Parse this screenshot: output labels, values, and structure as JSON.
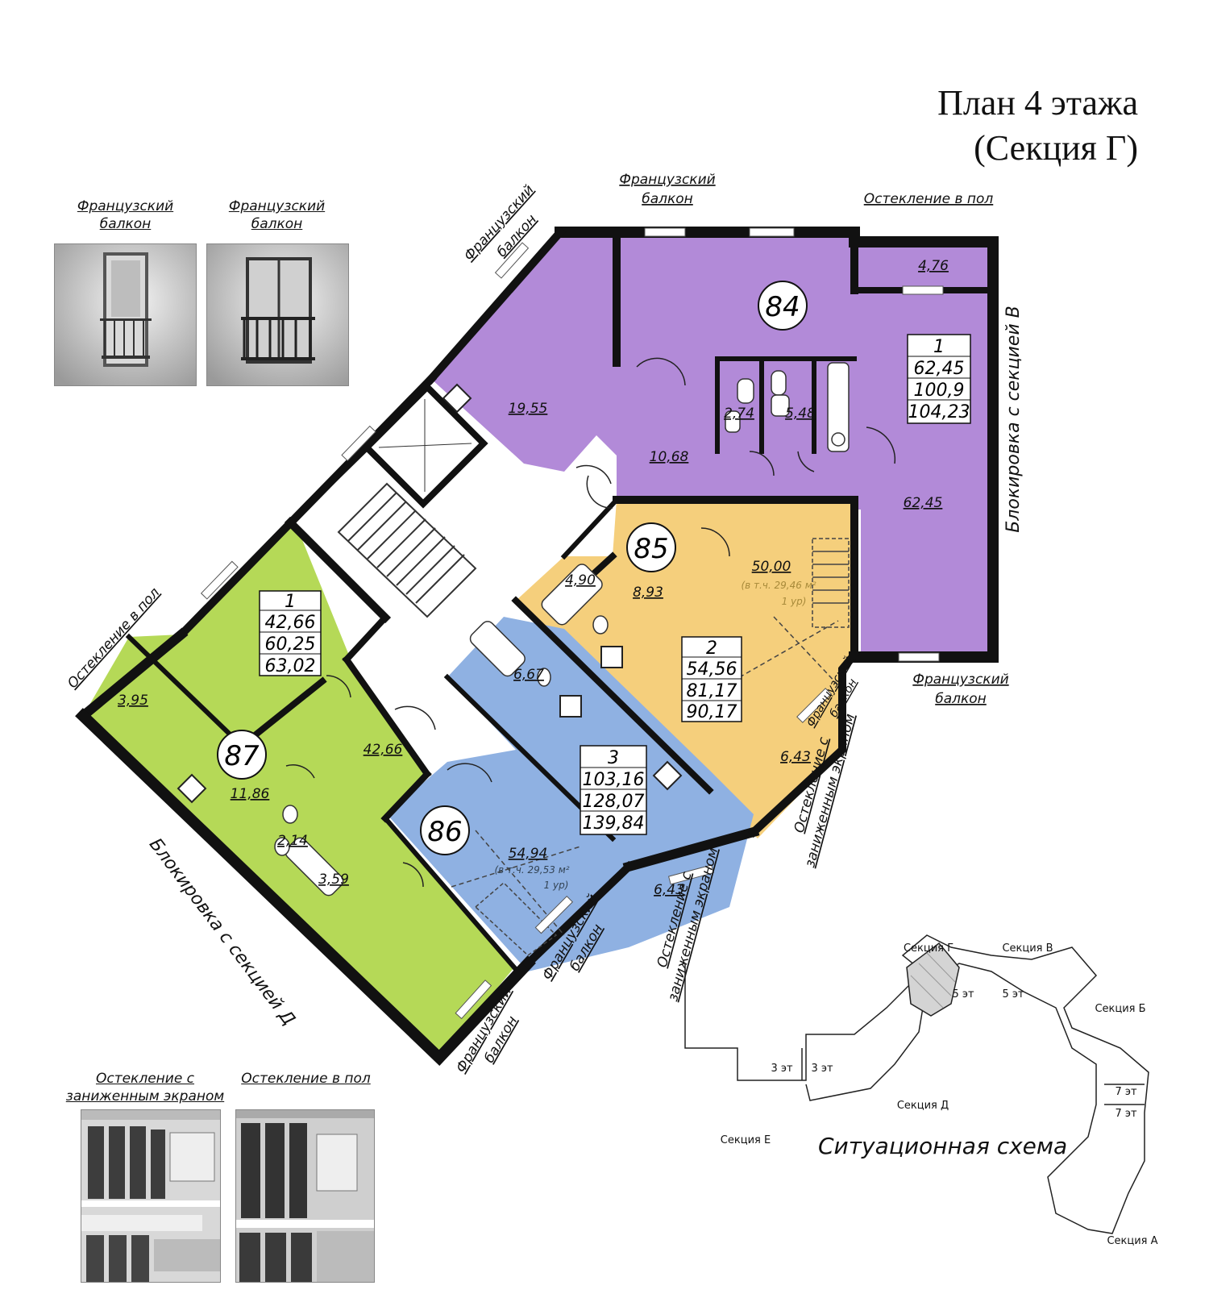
{
  "title": {
    "line1": "План 4 этажа",
    "line2": "(Секция Г)"
  },
  "legend": {
    "french_balcony_1": {
      "line1": "Французский",
      "line2": "балкон"
    },
    "french_balcony_2": {
      "line1": "Французский",
      "line2": "балкон"
    },
    "low_screen_glazing": {
      "line1": "Остекление с",
      "line2": "заниженным экраном"
    },
    "floor_glazing": "Остекление в пол"
  },
  "plan_labels": {
    "french_top": {
      "line1": "Французский",
      "line2": "балкон"
    },
    "floor_glazing_top": "Остекление в пол",
    "french_diag_top": {
      "line1": "Французский",
      "line2": "балкон"
    },
    "french_right": {
      "line1": "Французский",
      "line2": "балкон"
    },
    "block_v": "Блокировка с секцией В",
    "block_d": "Блокировка с секцией Д",
    "floor_glazing_left": "Остекление в пол",
    "french_diag_right": {
      "line1": "Французский",
      "line2": "балкон"
    },
    "low_glazing_right": {
      "line1": "Остекление с",
      "line2": "заниженным экраном"
    },
    "low_glazing_mid": {
      "line1": "Остекление с",
      "line2": "заниженным экраном"
    },
    "french_bottom_mid": {
      "line1": "Французский",
      "line2": "балкон"
    },
    "french_bottom_left": {
      "line1": "Французский",
      "line2": "балкон"
    }
  },
  "apartments": [
    {
      "number": "84",
      "rooms": "1",
      "living": "62,45",
      "total": "100,9",
      "total_with_balcony": "104,23",
      "color": "#b28ad8",
      "room_areas": [
        "4,76",
        "19,55",
        "10,68",
        "2,74",
        "5,48",
        "62,45"
      ]
    },
    {
      "number": "85",
      "rooms": "2",
      "living": "54,56",
      "total": "81,17",
      "total_with_balcony": "90,17",
      "color": "#f5cf7c",
      "room_areas": [
        "4,90",
        "8,93",
        "50,00",
        "6,43"
      ],
      "note_line1": "(в т.ч. 29,46 м²",
      "note_line2": "1 ур)"
    },
    {
      "number": "86",
      "rooms": "3",
      "living": "103,16",
      "total": "128,07",
      "total_with_balcony": "139,84",
      "color": "#8fb1e2",
      "room_areas": [
        "6,67",
        "54,94",
        "6,43"
      ],
      "note_line1": "(в т.ч. 29,53 м²",
      "note_line2": "1 ур)"
    },
    {
      "number": "87",
      "rooms": "1",
      "living": "42,66",
      "total": "60,25",
      "total_with_balcony": "63,02",
      "color": "#b5d957",
      "room_areas": [
        "3,95",
        "11,86",
        "42,66",
        "2,14",
        "3,59"
      ]
    }
  ],
  "situation_scheme": {
    "title": "Ситуационная схема",
    "sections": [
      "Секция Г",
      "Секция В",
      "Секция Б",
      "Секция Д",
      "Секция Е",
      "Секция А"
    ],
    "floors": [
      "5 эт",
      "5 эт",
      "3 эт",
      "3 эт",
      "7 эт",
      "7 эт"
    ]
  }
}
